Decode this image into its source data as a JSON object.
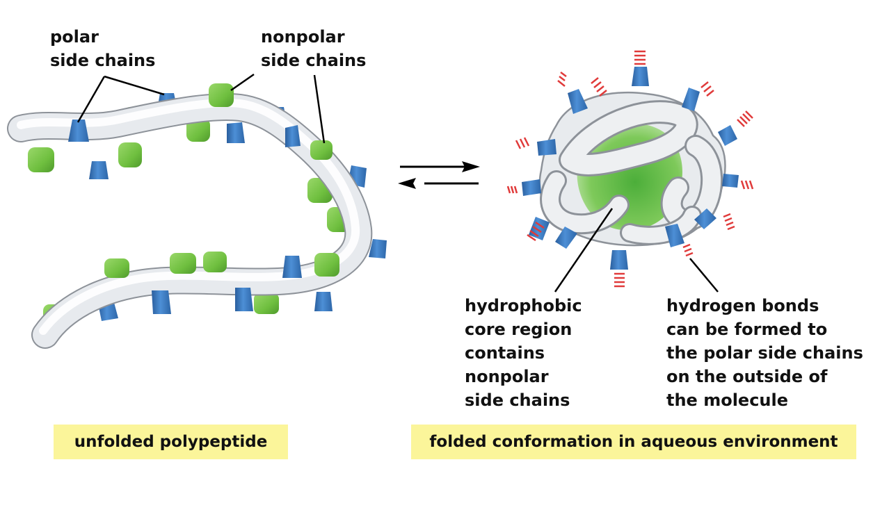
{
  "labels": {
    "polar": [
      "polar",
      "side chains"
    ],
    "nonpolar": [
      "nonpolar",
      "side chains"
    ],
    "core": [
      "hydrophobic",
      "core region",
      "contains",
      "nonpolar",
      "side chains"
    ],
    "hbonds": [
      "hydrogen bonds",
      "can be formed to",
      "the polar side chains",
      "on the outside of",
      "the molecule"
    ]
  },
  "captions": {
    "left": "unfolded polypeptide",
    "right": "folded conformation in aqueous environment"
  },
  "colors": {
    "polar": "#3d7cc4",
    "nonpolar": "#7cc84a",
    "chain": "#eef0f2",
    "hbond": "#e03a3a",
    "caption_bg": "#fbf59a"
  }
}
